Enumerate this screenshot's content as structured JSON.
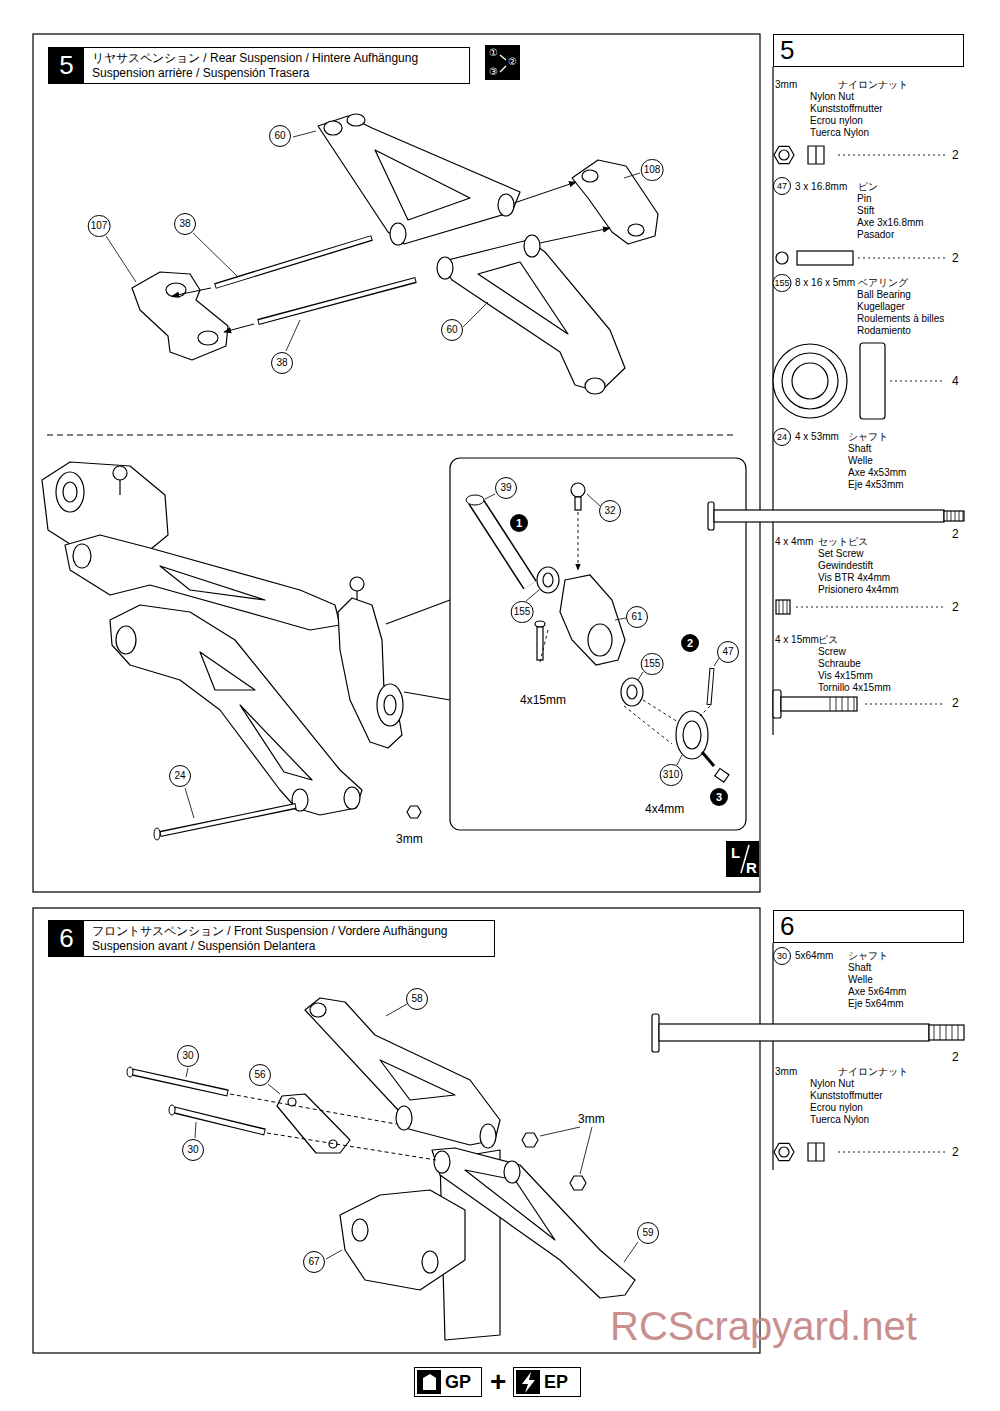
{
  "diagram": {
    "nodes": [
      {
        "text": [
          "5",
          "リヤサスペンション / Rear Suspension / Hintere Aufhängung Suspension arrière / Suspensión Trasera"
        ]
      },
      {
        "text": [
          "5"
        ]
      },
      {
        "text": [
          "6",
          "フロントサスペンション / Front Suspension / Vordere Aufhängung Suspension avant / Suspensión Delantera"
        ]
      },
      {
        "text": [
          "6"
        ]
      },
      {
        "text": [
          "GP"
        ]
      },
      {
        "text": [
          "EP"
        ]
      }
    ],
    "labels": [
      "①",
      "②",
      "③",
      "60",
      "108",
      "107",
      "38",
      "60",
      "38",
      "39",
      "1",
      "32",
      "155",
      "61",
      "4x15mm",
      "155",
      "2",
      "47",
      "310",
      "3",
      "4x4mm",
      "24",
      "3mm",
      "L",
      "R",
      "3mm",
      "ナイロンナット",
      "Nylon Nut",
      "Kunststoffmutter",
      "Ecrou nylon",
      "Tuerca Nylon",
      "2",
      "47",
      "3 x 16.8mm",
      "ピン",
      "Pin",
      "Stift",
      "Axe 3x16.8mm",
      "Pasador",
      "2",
      "155",
      "8 x 16 x 5mm",
      "ベアリング",
      "Ball Bearing",
      "Kugellager",
      "Roulements à billes",
      "Rodamiento",
      "4",
      "24",
      "4 x 53mm",
      "シャフト",
      "Shaft",
      "Welle",
      "Axe 4x53mm",
      "Eje 4x53mm",
      "2",
      "4 x 4mm",
      "セットビス",
      "Set Screw",
      "Gewindestift",
      "Vis BTR 4x4mm",
      "Prisionero 4x4mm",
      "2",
      "4 x 15mm",
      "ビス",
      "Screw",
      "Schraube",
      "Vis 4x15mm",
      "Tornillo 4x15mm",
      "2",
      "30",
      "56",
      "58",
      "30",
      "3mm",
      "59",
      "67",
      "30",
      "5x64mm",
      "シャフト",
      "Shaft",
      "Welle",
      "Axe 5x64mm",
      "Eje 5x64mm",
      "2",
      "3mm",
      "ナイロンナット",
      "Nylon Nut",
      "Kunststoffmutter",
      "Ecrou nylon",
      "Tuerca Nylon",
      "2",
      "+",
      "RCScrapyard.net"
    ]
  }
}
